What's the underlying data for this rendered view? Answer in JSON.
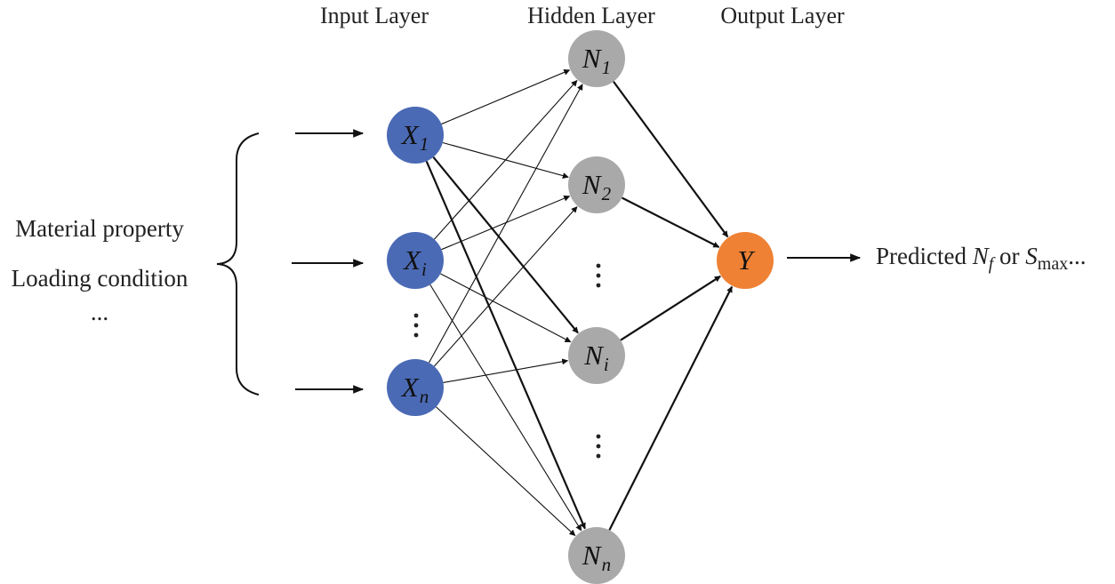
{
  "titles": {
    "input": "Input Layer",
    "hidden": "Hidden Layer",
    "output": "Output Layer"
  },
  "inputs_label": {
    "line1": "Material property",
    "line2": "Loading condition",
    "line3": "..."
  },
  "input_nodes": [
    {
      "main": "X",
      "sub": "1",
      "sub_italic": false
    },
    {
      "main": "X",
      "sub": "i",
      "sub_italic": true
    },
    {
      "main": "X",
      "sub": "n",
      "sub_italic": true
    }
  ],
  "hidden_nodes": [
    {
      "main": "N",
      "sub": "1",
      "sub_italic": false
    },
    {
      "main": "N",
      "sub": "2",
      "sub_italic": false
    },
    {
      "main": "N",
      "sub": "i",
      "sub_italic": true
    },
    {
      "main": "N",
      "sub": "n",
      "sub_italic": true
    }
  ],
  "output_node": {
    "main": "Y"
  },
  "output_text": {
    "prefix": "Predicted ",
    "nf_main": "N",
    "nf_sub": "f",
    "middle": " or ",
    "s_main": "S",
    "s_sub": "max",
    "suffix": "..."
  },
  "colors": {
    "input": "#4b6ab5",
    "hidden": "#a9a9a9",
    "output": "#ee8134",
    "line": "#111111"
  }
}
